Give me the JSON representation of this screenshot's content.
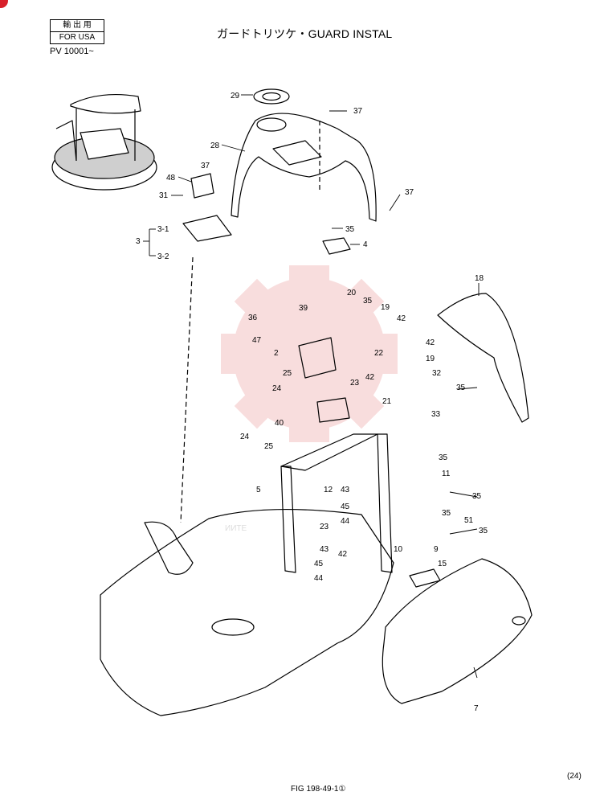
{
  "header": {
    "stamp_line1": "輸 出 用",
    "stamp_line2": "FOR USA",
    "title": "ガードトリツケ・GUARD INSTAL",
    "serial": "PV 10001~"
  },
  "footer": {
    "figure_id": "FIG 198-49-1①",
    "page_number": "(24)"
  },
  "watermark": {
    "text": "ИИТЕ"
  },
  "callouts": [
    "29",
    "37",
    "28",
    "37",
    "48",
    "31",
    "37",
    "35",
    "4",
    "3-1",
    "3",
    "3-2",
    "18",
    "20",
    "35",
    "19",
    "36",
    "39",
    "42",
    "47",
    "2",
    "22",
    "42",
    "19",
    "25",
    "42",
    "32",
    "35",
    "24",
    "23",
    "21",
    "33",
    "40",
    "24",
    "25",
    "35",
    "11",
    "5",
    "12",
    "43",
    "35",
    "45",
    "35",
    "44",
    "51",
    "35",
    "23",
    "10",
    "43",
    "42",
    "9",
    "45",
    "44",
    "15",
    "7"
  ]
}
